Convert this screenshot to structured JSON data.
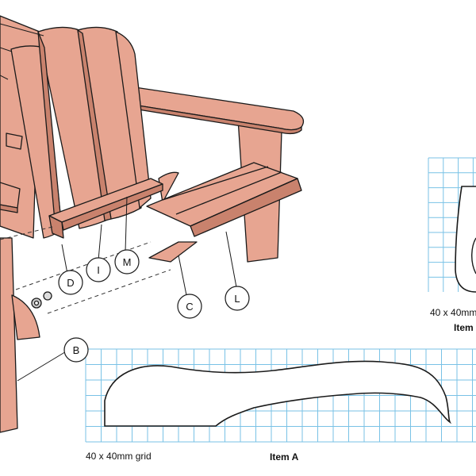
{
  "callouts": [
    {
      "id": "D",
      "label": "D"
    },
    {
      "id": "I",
      "label": "I"
    },
    {
      "id": "M",
      "label": "M"
    },
    {
      "id": "C",
      "label": "C"
    },
    {
      "id": "L",
      "label": "L"
    },
    {
      "id": "B",
      "label": "B"
    }
  ],
  "grid_panel_a": {
    "caption": "40 x 40mm grid",
    "item_label": "Item A"
  },
  "grid_panel_b": {
    "caption": "40 x 40mm",
    "item_label": "Item"
  },
  "colors": {
    "wood": "#e7a591",
    "wood_shadow": "#c9826d",
    "outline": "#1a1a1a",
    "grid": "#79c2e6"
  }
}
